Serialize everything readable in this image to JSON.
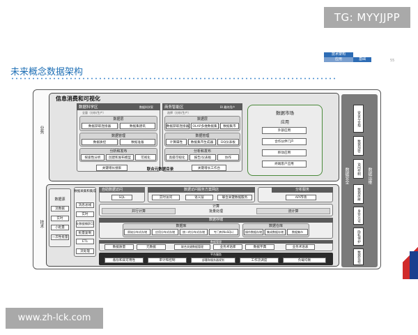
{
  "watermark_top": "TG: MYYJJPP",
  "watermark_bottom": "www.zh-lck.com",
  "slide": {
    "title": "未来概念数据架构",
    "tag_top": "技术架构",
    "tag_bot_left": "应用",
    "tag_bot_right": "基础",
    "page_number": "55"
  },
  "side_labels": {
    "business": "业务",
    "tech": "技术"
  },
  "consume": {
    "title": "信息消费和可视化",
    "data_science": {
      "title": "数据科学区",
      "badge": "数据科学家",
      "sub": "全量（分析/生产）",
      "layer_title": "数据层",
      "layer_items": [
        "数据获取连接器",
        "数据集建筑"
      ],
      "mgmt_title": "数据管理",
      "mgmt_items": [
        "数据质控",
        "数据准备"
      ],
      "analysis_title": "分析和发布",
      "analysis_items": [
        "探索性分析",
        "创建和发布模型",
        "可视化"
      ]
    },
    "bi": {
      "title": "商务智能区",
      "badge": "BI 最终用户",
      "sub": "选择（分析/生产）",
      "layer_title": "数据层",
      "layer_items": [
        "数据获取连接器",
        "OLAP多维数据集",
        "数据集市"
      ],
      "mgmt_title": "数据管理",
      "mgmt_items": [
        "计算属性",
        "数据集市生成器",
        "DQ仪表板"
      ],
      "analysis_title": "分析和发布",
      "analysis_items": [
        "高级可视化",
        "报告/仪表板",
        "协作"
      ]
    },
    "bottom": [
      "关键增长搜索",
      "联合元数据目录",
      "关键增长工作台"
    ],
    "market": {
      "title": "数据市场",
      "sub": "应用",
      "items": [
        "外部应用",
        "合作伙伴门户",
        "移动应用",
        "终端客户应用"
      ]
    }
  },
  "tech": {
    "sources": {
      "title": "数据源",
      "items": [
        "流数据",
        "实时",
        "小批量",
        "一次性批量"
      ]
    },
    "ingest": {
      "title": "数据采集和集成",
      "items": [
        "消息总线",
        "实时",
        "变化数据捕获CDC",
        "批量复制",
        "ETL",
        "流处理"
      ]
    },
    "self_service": {
      "title": "自助数据访问",
      "item": "SQL"
    },
    "dataservice": {
      "title": "数据访问服务方案网店",
      "items": [
        "实时访问",
        "语义层",
        "联合关键数据服务"
      ]
    },
    "analysis_service": {
      "title": "分析服务",
      "item": "API市场"
    },
    "compute": {
      "title": "计算",
      "left": "并行计算",
      "mid": "批量处理",
      "right": "流计算"
    },
    "storage": {
      "title": "数据存储",
      "db_title": "数据库",
      "db_items": [
        "原始分布式存储",
        "应用分布式存储",
        "统一的分布式存储",
        "专门库(NoSQL)"
      ],
      "warehouse_title": "数据仓库",
      "warehouse_items": [
        "操作数据存储",
        "集成数据存储",
        "数据集市"
      ]
    },
    "governance": {
      "title": "数据管理",
      "items": [
        "数据质量",
        "元数据",
        "联合关键数据管理",
        "业务术语库",
        "数据字典",
        "业务术语表"
      ]
    },
    "platform": {
      "title": "平台服务",
      "items": [
        "备份和高可用性",
        "审计和控制",
        "部署和服务器规划",
        "工作流调度",
        "负载均衡"
      ]
    }
  },
  "right": {
    "security": "数据安全",
    "ops": "数据运维",
    "items": [
      "安全与合规",
      "数据加密",
      "访问控制",
      "数据屏蔽",
      "身份认证",
      "隐私保护",
      "数据监控"
    ]
  }
}
